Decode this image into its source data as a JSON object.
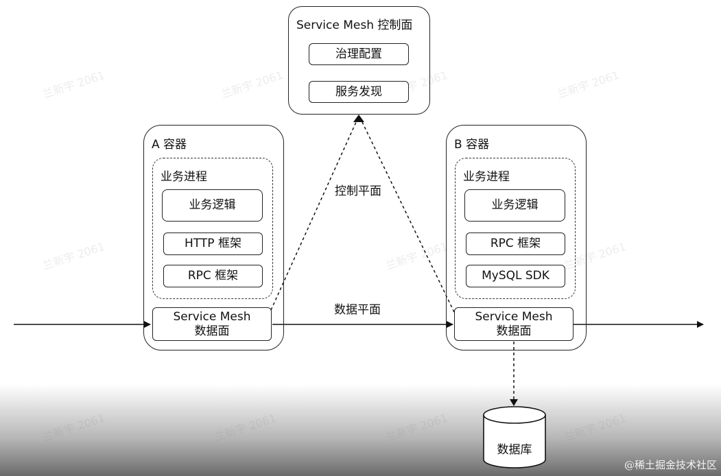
{
  "control_plane": {
    "title": "Service Mesh 控制面",
    "governance": "治理配置",
    "discovery": "服务发现"
  },
  "edge_labels": {
    "control": "控制平面",
    "data": "数据平面"
  },
  "container_a": {
    "title": "A 容器",
    "process_title": "业务进程",
    "logic": "业务逻辑",
    "http": "HTTP 框架",
    "rpc": "RPC 框架",
    "mesh_line1": "Service Mesh",
    "mesh_line2": "数据面"
  },
  "container_b": {
    "title": "B 容器",
    "process_title": "业务进程",
    "logic": "业务逻辑",
    "rpc": "RPC 框架",
    "mysql": "MySQL SDK",
    "mesh_line1": "Service Mesh",
    "mesh_line2": "数据面"
  },
  "database": {
    "label": "数据库"
  },
  "watermark": "兰新宇 2061",
  "source_mark": "@稀土掘金技术社区"
}
